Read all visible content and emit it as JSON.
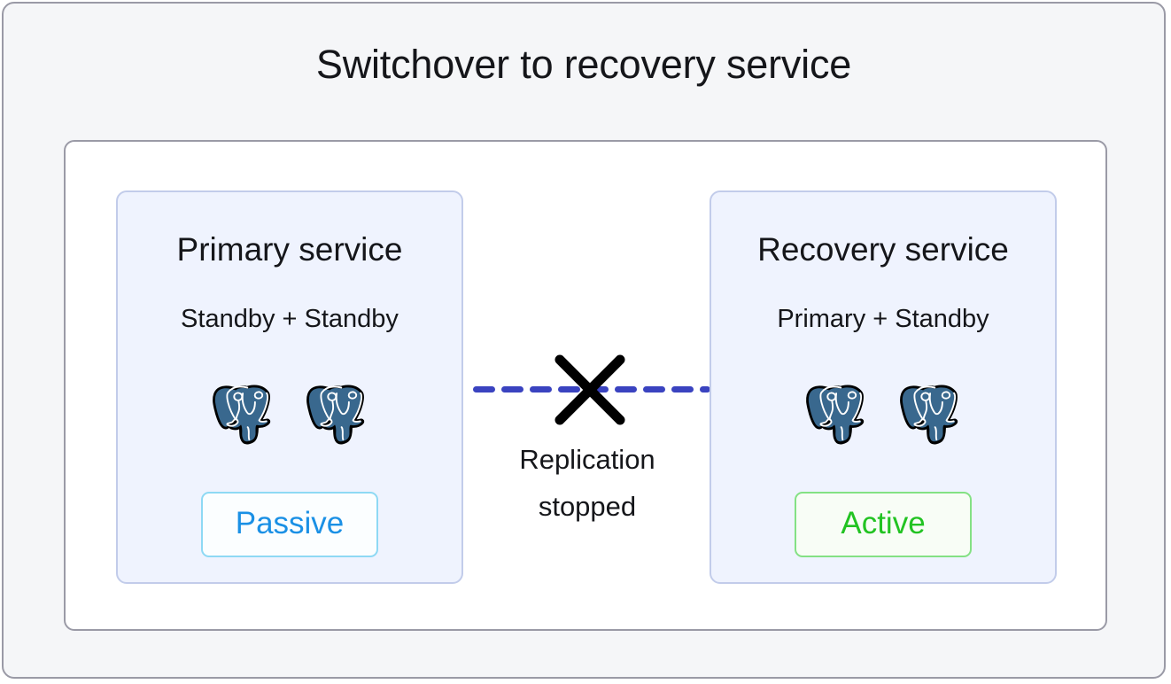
{
  "diagram": {
    "title": "Switchover to recovery service",
    "type": "postgresql-failover-switchover",
    "colors": {
      "frame_border": "#9a9aa6",
      "frame_background": "#f5f6f8",
      "canvas_background": "#ffffff",
      "panel_background": "#eff3fe",
      "panel_border": "#c2ccea",
      "replication_line": "#3a43c0",
      "break_mark": "#000000",
      "passive_text": "#1a90e5",
      "passive_border": "#8ed9f4",
      "active_text": "#22c322",
      "active_border": "#84e184",
      "elephant_body": "#39688e",
      "title_text": "#15161a"
    }
  },
  "left_panel": {
    "heading": "Primary service",
    "subheading": "Standby + Standby",
    "nodes": [
      {
        "icon_name": "postgresql-elephant-icon",
        "role": "Standby"
      },
      {
        "icon_name": "postgresql-elephant-icon",
        "role": "Standby"
      }
    ],
    "status_label": "Passive"
  },
  "right_panel": {
    "heading": "Recovery service",
    "subheading": "Primary + Standby",
    "nodes": [
      {
        "icon_name": "postgresql-elephant-icon",
        "role": "Primary"
      },
      {
        "icon_name": "postgresql-elephant-icon",
        "role": "Standby"
      }
    ],
    "status_label": "Active"
  },
  "replication_link": {
    "style": "dashed",
    "state": "broken",
    "break_icon_name": "x-cross-icon",
    "caption_line1": "Replication",
    "caption_line2": "stopped"
  }
}
